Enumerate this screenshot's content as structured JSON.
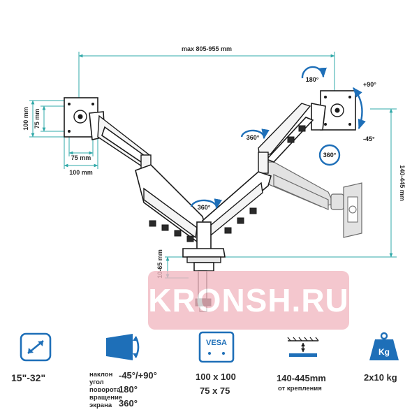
{
  "diagram": {
    "max_width": "max 805-955 mm",
    "height_range": "140-445 mm",
    "clamp_range": "10-65 mm",
    "vesa_h_100": "100 mm",
    "vesa_h_75": "75 mm",
    "vesa_w_75": "75 mm",
    "vesa_w_100": "100 mm",
    "rot_180": "180°",
    "rot_plus90": "+90°",
    "rot_minus45": "-45°",
    "rot_360_monitor": "360°",
    "rot_360_arm_upper": "360°",
    "rot_360_arm_lower": "360°"
  },
  "watermark": "KRONSH.RU",
  "specs": {
    "size": {
      "icon": "diagonal-arrow-icon",
      "value": "15\"-32\""
    },
    "tilt": {
      "icon": "tilt-screen-icon",
      "labels": [
        "наклон",
        "угол",
        "поворота",
        "вращение",
        "экрана"
      ],
      "values": [
        "-45°/+90°",
        "180°",
        "360°"
      ]
    },
    "vesa": {
      "icon": "vesa-icon",
      "icon_text": "VESA",
      "values": [
        "100 x 100",
        "75 x 75"
      ]
    },
    "mount": {
      "icon": "mount-height-icon",
      "value": "140-445mm",
      "sub": "от крепления"
    },
    "load": {
      "icon": "weight-icon",
      "icon_text": "Kg",
      "value": "2x10 kg"
    }
  },
  "colors": {
    "accent": "#2fa8a8",
    "icon_blue": "#1e6fb8",
    "watermark": "#f2b8c1"
  }
}
